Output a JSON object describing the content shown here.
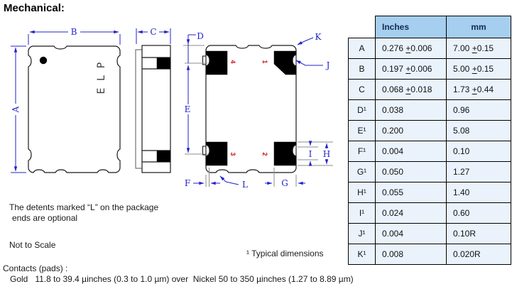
{
  "title": "Mechanical:",
  "drawing": {
    "marking": "PLE",
    "labels": {
      "A": "A",
      "B": "B",
      "C": "C",
      "D": "D",
      "E": "E",
      "F": "F",
      "G": "G",
      "H": "H",
      "I": "I",
      "J": "J",
      "K": "K",
      "L": "L"
    },
    "pad_numbers": {
      "p1": "1",
      "p2": "2",
      "p3": "3",
      "p4": "4"
    },
    "colors": {
      "dimension_blue": "#2222cc",
      "outline_black": "#1a1a1a",
      "pad_black": "#000000",
      "pad_number_red": "#cc1111",
      "reference_gray": "#8c8c8c"
    }
  },
  "notes": {
    "detents_line1": "The detents marked “L” on the package",
    "detents_line2": "ends are optional",
    "scale": "Not to Scale",
    "footnote": "¹ Typical dimensions",
    "contacts_label": "Contacts (pads) :",
    "contacts_detail": "Gold   11.8 to 39.4 µinches (0.3 to 1.0 µm) over  Nickel 50 to 350 µinches (1.27 to 8.89 µm)"
  },
  "table": {
    "headers": {
      "inches": "Inches",
      "mm": "mm"
    },
    "header_bg": "#a5ceef",
    "body_bg": "#eaf3fc",
    "rows": [
      {
        "label": "A",
        "inches": "0.276 +0.006",
        "mm": "7.00 +0.15"
      },
      {
        "label": "B",
        "inches": "0.197 +0.006",
        "mm": "5.00 +0.15"
      },
      {
        "label": "C",
        "inches": "0.068 +0.018",
        "mm": "1.73 +0.44"
      },
      {
        "label": "D¹",
        "inches": "0.038",
        "mm": "0.96"
      },
      {
        "label": "E¹",
        "inches": "0.200",
        "mm": "5.08"
      },
      {
        "label": "F¹",
        "inches": "0.004",
        "mm": "0.10"
      },
      {
        "label": "G¹",
        "inches": "0.050",
        "mm": "1.27"
      },
      {
        "label": "H¹",
        "inches": "0.055",
        "mm": "1.40"
      },
      {
        "label": "I¹",
        "inches": "0.024",
        "mm": "0.60"
      },
      {
        "label": "J¹",
        "inches": "0.004",
        "mm": "0.10R"
      },
      {
        "label": "K¹",
        "inches": "0.008",
        "mm": "0.020R"
      }
    ]
  }
}
